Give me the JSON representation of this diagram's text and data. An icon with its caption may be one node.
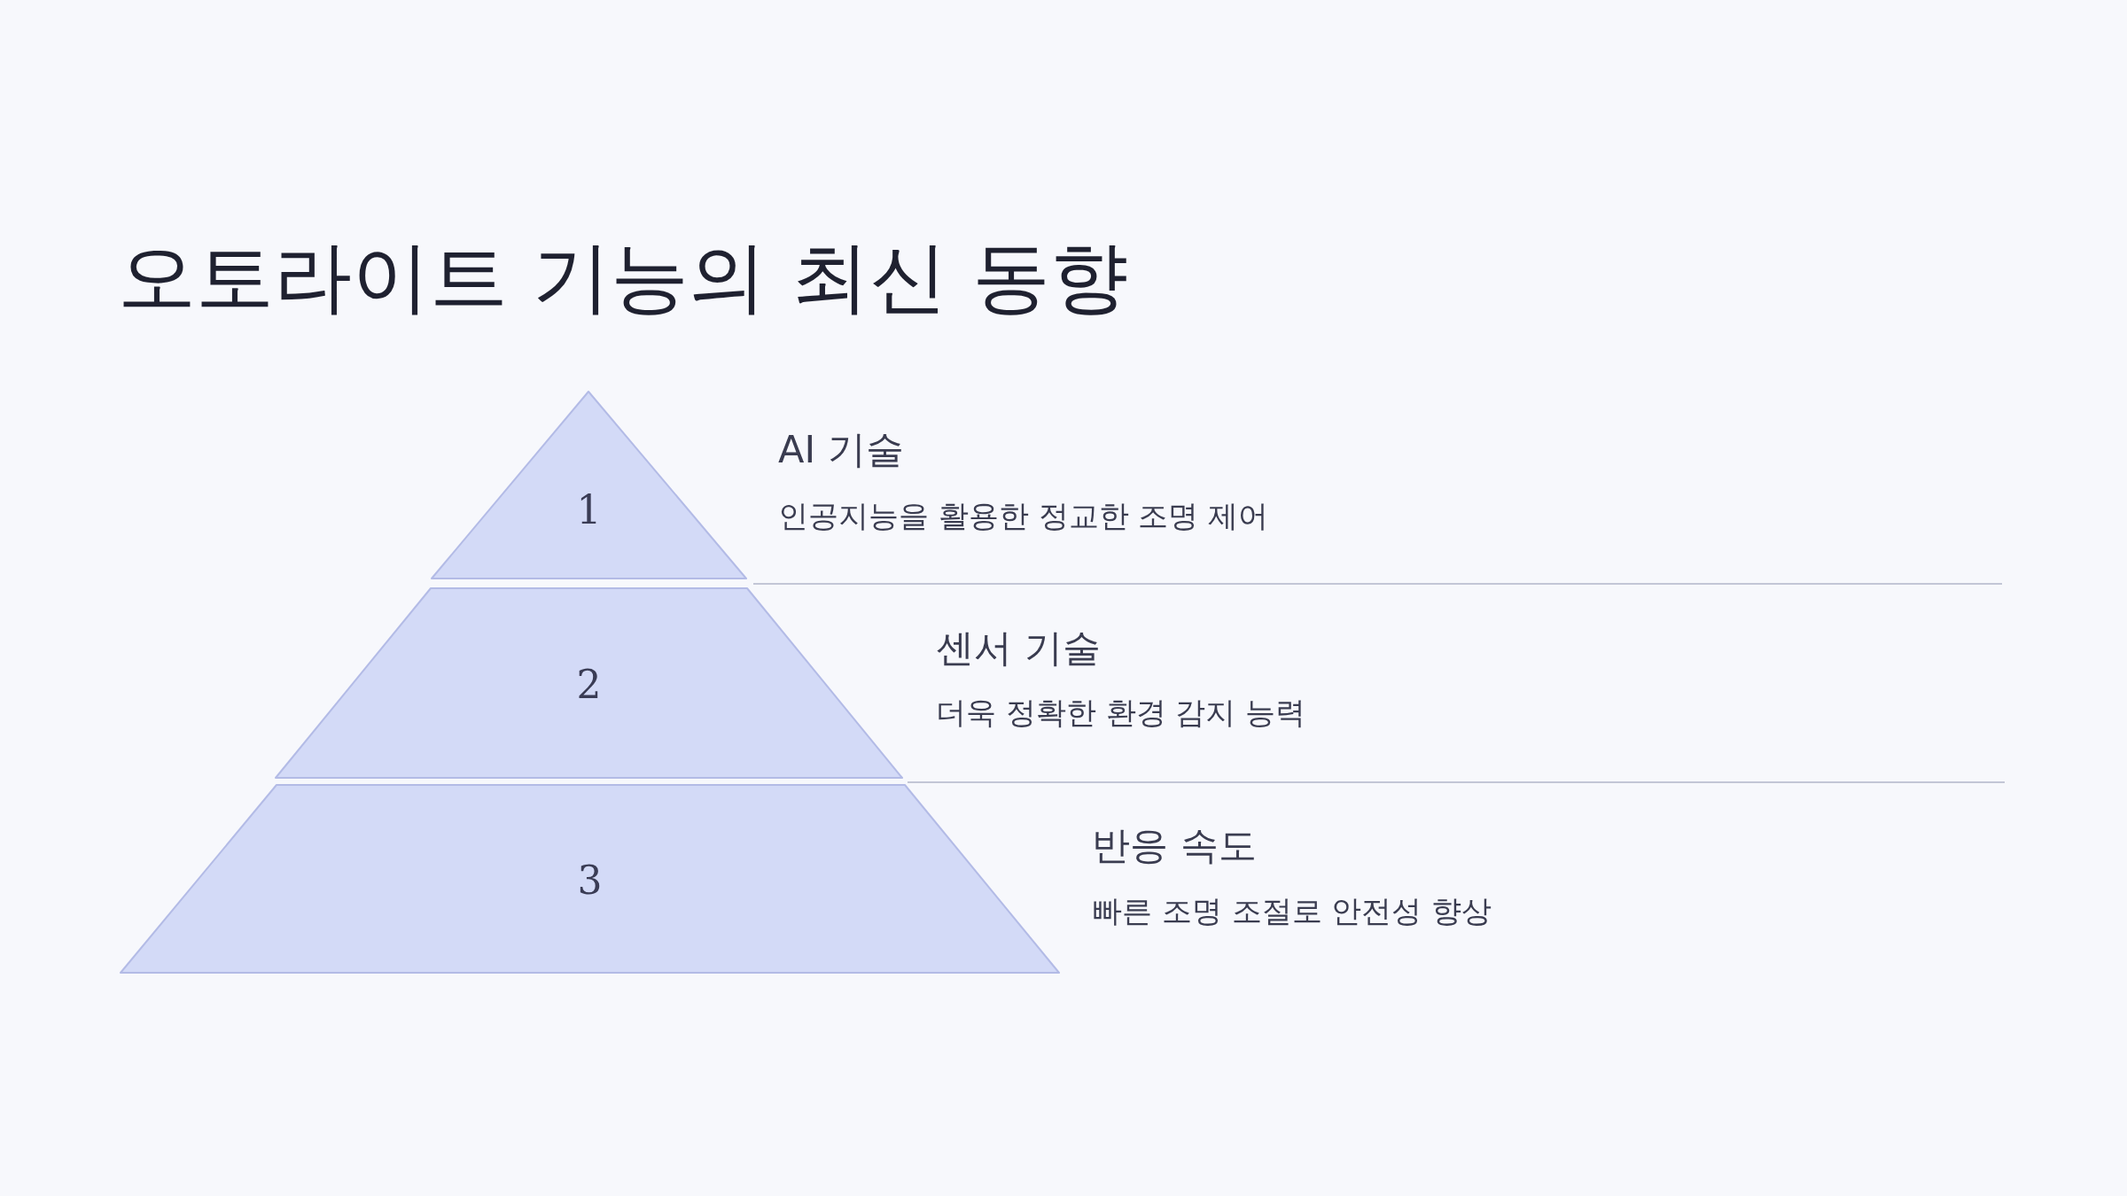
{
  "diagram": {
    "title": "오토라이트 기능의 최신 동향",
    "nodes": [
      {
        "text": [
          "1"
        ],
        "beside": [
          "AI 기술",
          "인공지능을 활용한 정교한 조명 제어"
        ]
      },
      {
        "text": [
          "2"
        ],
        "beside": [
          "센서 기술",
          "더욱 정확한 환경 감지 능력"
        ]
      },
      {
        "text": [
          "3"
        ],
        "beside": [
          "반응 속도",
          "빠른 조명 조절로 안전성 향상"
        ]
      }
    ]
  }
}
